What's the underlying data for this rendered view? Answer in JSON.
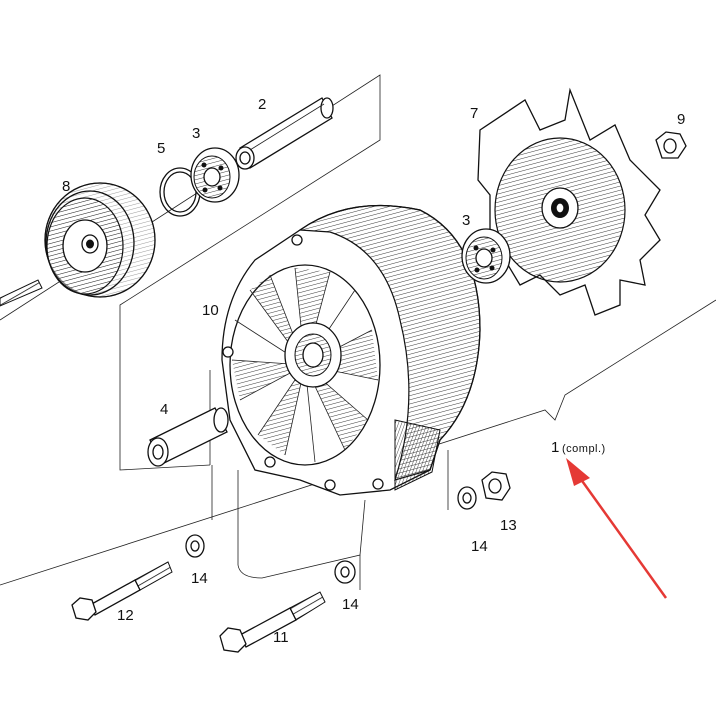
{
  "parts": {
    "p1": "1",
    "p1_note": "(compl.)",
    "p2": "2",
    "p3a": "3",
    "p3b": "3",
    "p4": "4",
    "p5": "5",
    "p7": "7",
    "p8": "8",
    "p9": "9",
    "p10": "10",
    "p11": "11",
    "p12": "12",
    "p13": "13",
    "p14a": "14",
    "p14b": "14",
    "p14c": "14"
  },
  "colors": {
    "ink": "#111111",
    "arrow": "#e53935",
    "background": "#ffffff"
  }
}
